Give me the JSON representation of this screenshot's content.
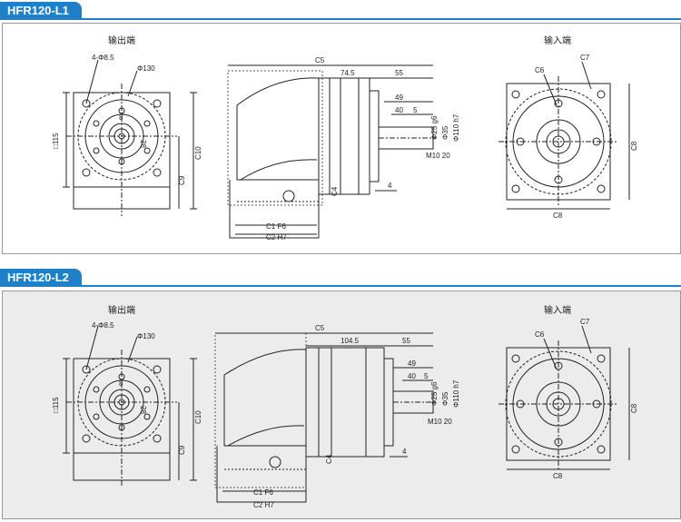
{
  "sections": [
    {
      "title": "HFR120-L1",
      "output_label": "输出端",
      "input_label": "输入端",
      "dims": {
        "holes": "4-Φ8.5",
        "flange": "Φ130",
        "square": "□115",
        "key": "8",
        "shaft_d": "28",
        "c10": "C10",
        "c9": "C9",
        "c5": "C5",
        "len1": "74.5",
        "len2": "55",
        "len3": "49",
        "len4": "40",
        "len5": "5",
        "dia_shaft": "Φ25",
        "dia_shaft_tol": "g6",
        "dia_pilot": "Φ35",
        "dia_flange": "Φ110",
        "dia_flange_tol": "h7",
        "thread": "M10",
        "thread_depth": "20",
        "c4": "C4",
        "four": "4",
        "c1": "C1",
        "c1_tol": "F6",
        "c2": "C2",
        "c2_tol": "H7",
        "c6": "C6",
        "c7": "C7",
        "c8": "C8",
        "c8_bottom": "C8"
      }
    },
    {
      "title": "HFR120-L2",
      "output_label": "输出端",
      "input_label": "输入端",
      "dims": {
        "holes": "4-Φ8.5",
        "flange": "Φ130",
        "square": "□115",
        "key": "8",
        "shaft_d": "28",
        "c10": "C10",
        "c9": "C9",
        "c5": "C5",
        "len1": "104.5",
        "len2": "55",
        "len3": "49",
        "len4": "40",
        "len5": "5",
        "dia_shaft": "Φ25",
        "dia_shaft_tol": "g6",
        "dia_pilot": "Φ35",
        "dia_flange": "Φ110",
        "dia_flange_tol": "h7",
        "thread": "M10",
        "thread_depth": "20",
        "c4": "C4",
        "four": "4",
        "c1": "C1",
        "c1_tol": "F6",
        "c2": "C2",
        "c2_tol": "H7",
        "c6": "C6",
        "c7": "C7",
        "c8": "C8",
        "c8_bottom": "C8"
      }
    }
  ],
  "colors": {
    "accent": "#1f80c8",
    "line": "#222222",
    "panel_alt": "#ececec"
  }
}
